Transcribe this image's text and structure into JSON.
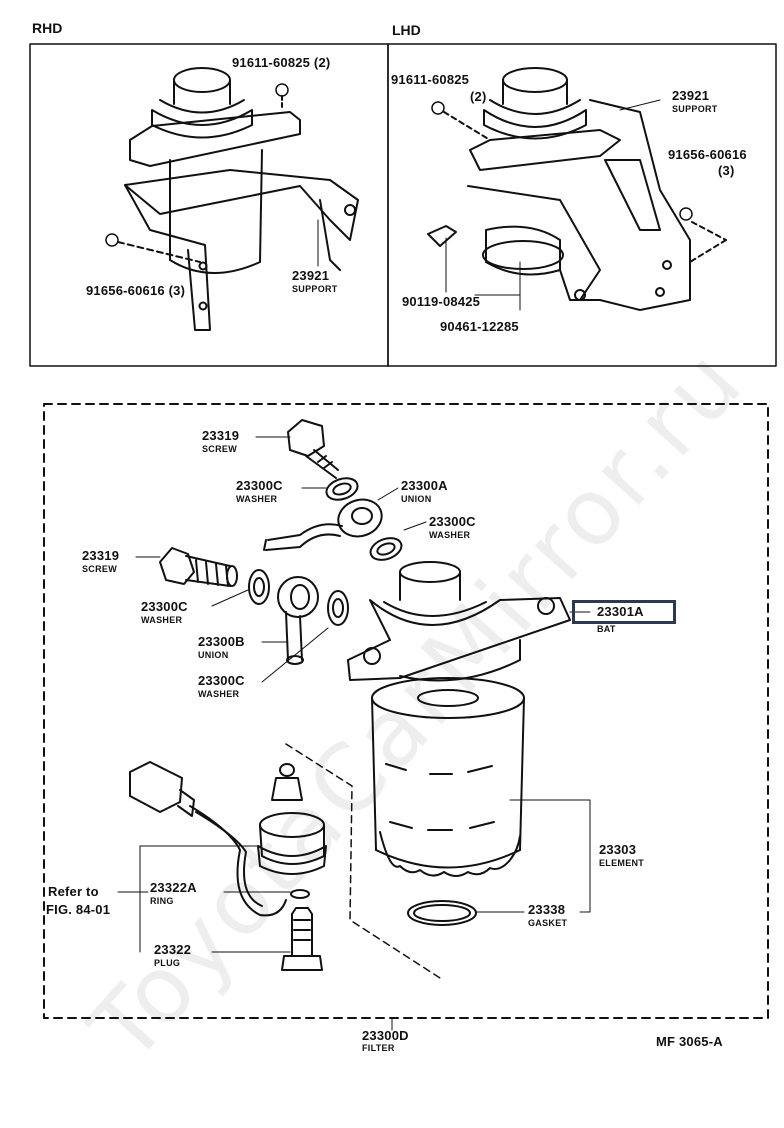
{
  "header": {
    "rhd": "RHD",
    "lhd": "LHD"
  },
  "watermark": "ToyotaCarMirror.ru",
  "figure_code": "MF 3065-A",
  "highlight_color": "#2b3a52",
  "rhd_parts": [
    {
      "num": "91611-60825 (2)"
    },
    {
      "num": "91656-60616 (3)"
    },
    {
      "num": "23921",
      "name": "SUPPORT"
    }
  ],
  "lhd_parts": [
    {
      "num": "91611-60825",
      "qty": "(2)"
    },
    {
      "num": "23921",
      "name": "SUPPORT"
    },
    {
      "num": "91656-60616",
      "qty": "(3)"
    },
    {
      "num": "90119-08425"
    },
    {
      "num": "90461-12285"
    }
  ],
  "parts": [
    {
      "num": "23319",
      "name": "SCREW"
    },
    {
      "num": "23300C",
      "name": "WASHER"
    },
    {
      "num": "23300A",
      "name": "UNION"
    },
    {
      "num": "23300C",
      "name": "WASHER"
    },
    {
      "num": "23319",
      "name": "SCREW"
    },
    {
      "num": "23300C",
      "name": "WASHER"
    },
    {
      "num": "23300B",
      "name": "UNION"
    },
    {
      "num": "23300C",
      "name": "WASHER"
    },
    {
      "num": "23301A",
      "name": "BAT"
    },
    {
      "num": "23303",
      "name": "ELEMENT"
    },
    {
      "num": "23338",
      "name": "GASKET"
    },
    {
      "num": "23322A",
      "name": "RING"
    },
    {
      "num": "23322",
      "name": "PLUG"
    },
    {
      "num": "23300D",
      "name": "FILTER"
    }
  ],
  "refer": {
    "line1": "Refer to",
    "line2": "FIG. 84-01"
  }
}
